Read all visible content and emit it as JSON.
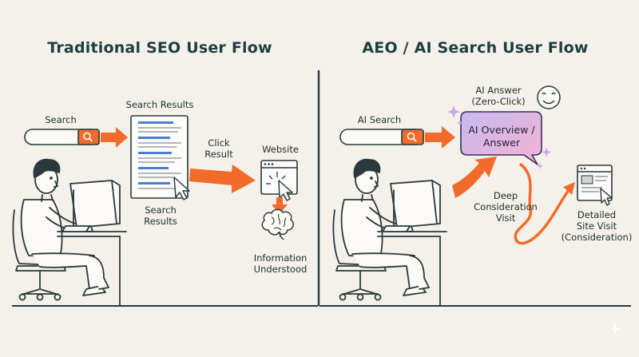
{
  "left": {
    "title": "Traditional SEO User Flow",
    "search_label": "Search",
    "results_label": "Search Results",
    "click_label_1": "Click",
    "click_label_2": "Result",
    "website_label": "Website",
    "results_bottom_1": "Search",
    "results_bottom_2": "Results",
    "info_1": "Information",
    "info_2": "Understood"
  },
  "right": {
    "title": "AEO / AI Search User Flow",
    "search_label": "AI Search",
    "answer_label_1": "AI Answer",
    "answer_label_2": "(Zero-Click)",
    "bubble_1": "AI Overview /",
    "bubble_2": "Answer",
    "deep_1": "Deep",
    "deep_2": "Consideration",
    "deep_3": "Visit",
    "detail_1": "Detailed",
    "detail_2": "Site Visit",
    "detail_3": "(Consideration)"
  },
  "colors": {
    "background": "#f4f1ea",
    "accent_orange": "#f26b2a",
    "ink": "#1d3a3b",
    "bubble_pink": "#f2b6d4",
    "bubble_purple": "#c9b8ee"
  },
  "icons": [
    "search-icon",
    "brain-icon",
    "cursor-icon",
    "smiley-icon",
    "sparkle-icon"
  ]
}
